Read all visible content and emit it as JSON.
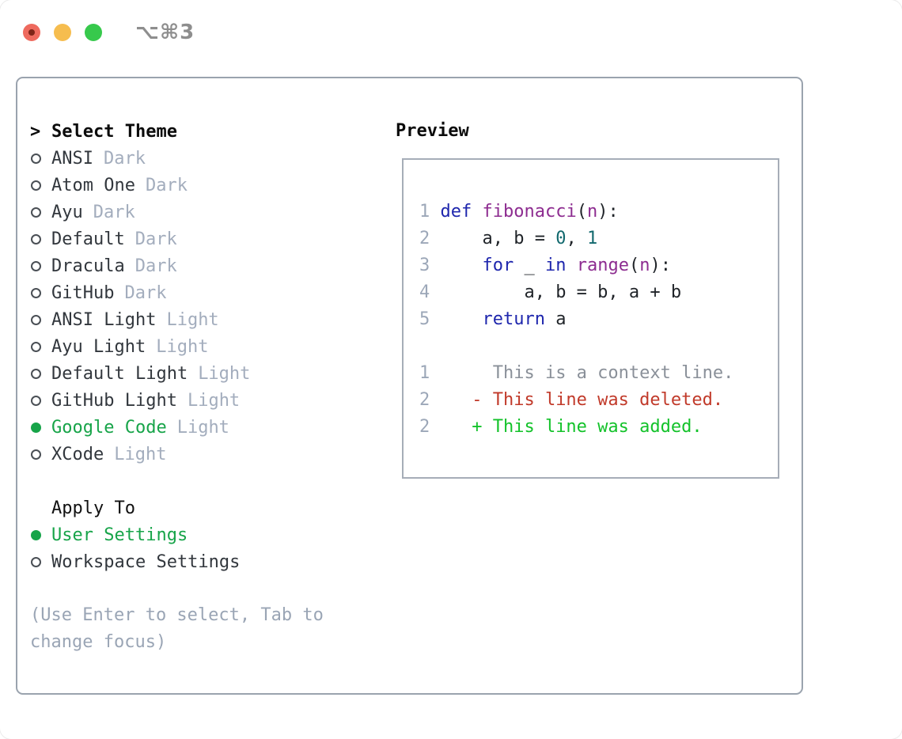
{
  "titlebar": {
    "title": "⌥⌘3"
  },
  "colors": {
    "light_red": "#ee6a5e",
    "light_red_dot": "#7e2417",
    "light_yellow": "#f6bd4f",
    "light_green": "#37c94c",
    "title_gray": "#8e8e8e",
    "selected_green": "#17a449",
    "variant_gray": "#a3adbd",
    "hint_gray": "#9aa5b5",
    "line_number": "#9ca7b8",
    "keyword": "#1e26ad",
    "function": "#8d2c90",
    "number": "#12696e",
    "plain": "#1f2328",
    "context": "#8a9099",
    "deleted": "#c13a2a",
    "added": "#13c22a"
  },
  "theme_list": {
    "header": {
      "marker": ">",
      "label": "Select Theme"
    },
    "items": [
      {
        "name": "ANSI",
        "variant": "Dark",
        "selected": false
      },
      {
        "name": "Atom One",
        "variant": "Dark",
        "selected": false
      },
      {
        "name": "Ayu",
        "variant": "Dark",
        "selected": false
      },
      {
        "name": "Default",
        "variant": "Dark",
        "selected": false
      },
      {
        "name": "Dracula",
        "variant": "Dark",
        "selected": false
      },
      {
        "name": "GitHub",
        "variant": "Dark",
        "selected": false
      },
      {
        "name": "ANSI Light",
        "variant": "Light",
        "selected": false
      },
      {
        "name": "Ayu Light",
        "variant": "Light",
        "selected": false
      },
      {
        "name": "Default Light",
        "variant": "Light",
        "selected": false
      },
      {
        "name": "GitHub Light",
        "variant": "Light",
        "selected": false
      },
      {
        "name": "Google Code",
        "variant": "Light",
        "selected": true
      },
      {
        "name": "XCode",
        "variant": "Light",
        "selected": false
      }
    ]
  },
  "apply_to": {
    "label": "Apply To",
    "options": [
      {
        "label": "User Settings",
        "selected": true
      },
      {
        "label": "Workspace Settings",
        "selected": false
      }
    ]
  },
  "hint": "(Use Enter to select, Tab to change focus)",
  "preview": {
    "label": "Preview",
    "code_lines": [
      {
        "num": "1",
        "tokens": [
          {
            "t": "def",
            "c": "kw"
          },
          {
            "t": " ",
            "c": "pl"
          },
          {
            "t": "fibonacci",
            "c": "fn"
          },
          {
            "t": "(",
            "c": "pl"
          },
          {
            "t": "n",
            "c": "fn"
          },
          {
            "t": "):",
            "c": "pl"
          }
        ]
      },
      {
        "num": "2",
        "tokens": [
          {
            "t": "    a, b = ",
            "c": "pl"
          },
          {
            "t": "0",
            "c": "num"
          },
          {
            "t": ", ",
            "c": "pl"
          },
          {
            "t": "1",
            "c": "num"
          }
        ]
      },
      {
        "num": "3",
        "tokens": [
          {
            "t": "    ",
            "c": "pl"
          },
          {
            "t": "for",
            "c": "kw"
          },
          {
            "t": " _ ",
            "c": "pl"
          },
          {
            "t": "in",
            "c": "kw"
          },
          {
            "t": " ",
            "c": "pl"
          },
          {
            "t": "range",
            "c": "fn"
          },
          {
            "t": "(",
            "c": "pl"
          },
          {
            "t": "n",
            "c": "fn"
          },
          {
            "t": "):",
            "c": "pl"
          }
        ]
      },
      {
        "num": "4",
        "tokens": [
          {
            "t": "        a, b = b, a + b",
            "c": "pl"
          }
        ]
      },
      {
        "num": "5",
        "tokens": [
          {
            "t": "    ",
            "c": "pl"
          },
          {
            "t": "return",
            "c": "kw"
          },
          {
            "t": " a",
            "c": "pl"
          }
        ]
      }
    ],
    "diff_lines": [
      {
        "num": "1",
        "marker": " ",
        "text": "This is a context line.",
        "kind": "context"
      },
      {
        "num": "2",
        "marker": "-",
        "text": "This line was deleted.",
        "kind": "deleted"
      },
      {
        "num": "2",
        "marker": "+",
        "text": "This line was added.",
        "kind": "added"
      }
    ]
  }
}
